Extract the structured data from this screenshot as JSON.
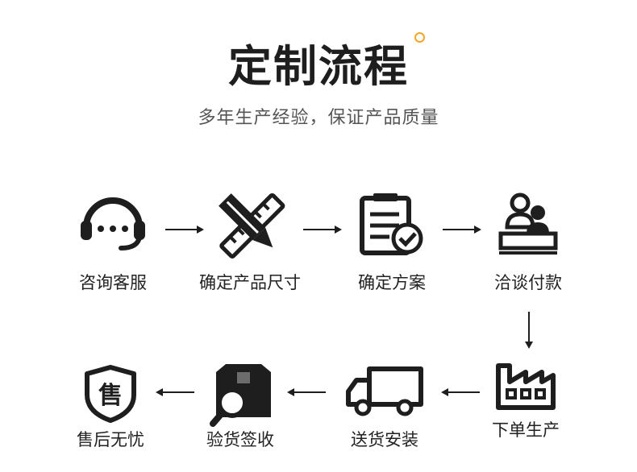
{
  "header": {
    "title": "定制流程",
    "subtitle": "多年生产经验，保证产品质量"
  },
  "steps": [
    {
      "label": "咨询客服",
      "icon": "headset-icon"
    },
    {
      "label": "确定产品尺寸",
      "icon": "pencil-ruler-icon"
    },
    {
      "label": "确定方案",
      "icon": "clipboard-check-icon"
    },
    {
      "label": "洽谈付款",
      "icon": "meeting-icon"
    },
    {
      "label": "下单生产",
      "icon": "factory-icon"
    },
    {
      "label": "送货安装",
      "icon": "delivery-truck-icon"
    },
    {
      "label": "验货签收",
      "icon": "box-inspect-icon"
    },
    {
      "label": "售后无忧",
      "icon": "shield-sale-icon"
    }
  ],
  "badge": {
    "text": "售"
  },
  "colors": {
    "accent": "#f2a62b",
    "icon": "#1e1e1e"
  }
}
